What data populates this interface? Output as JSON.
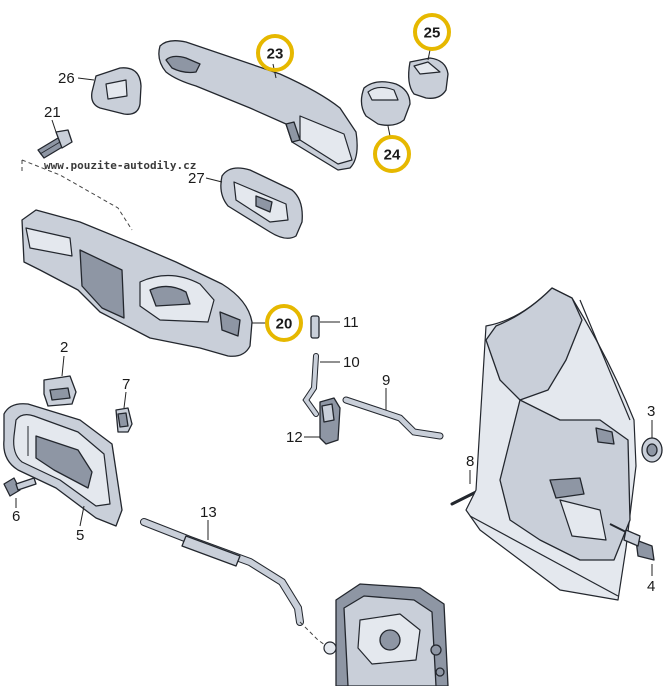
{
  "watermark": "www.pouzite-autodily.cz",
  "colors": {
    "highlight": "#e6b800",
    "part_fill": "#c9cfd9",
    "part_dark": "#8e96a4",
    "outline": "#23272e"
  },
  "labels": {
    "p2": "2",
    "p3": "3",
    "p4": "4",
    "p5": "5",
    "p6": "6",
    "p7": "7",
    "p8": "8",
    "p9": "9",
    "p10": "10",
    "p11": "11",
    "p12": "12",
    "p13": "13",
    "p20": "20",
    "p21": "21",
    "p23": "23",
    "p24": "24",
    "p25": "25",
    "p26": "26",
    "p27": "27"
  },
  "highlighted_parts": [
    "23",
    "24",
    "25",
    "20"
  ]
}
